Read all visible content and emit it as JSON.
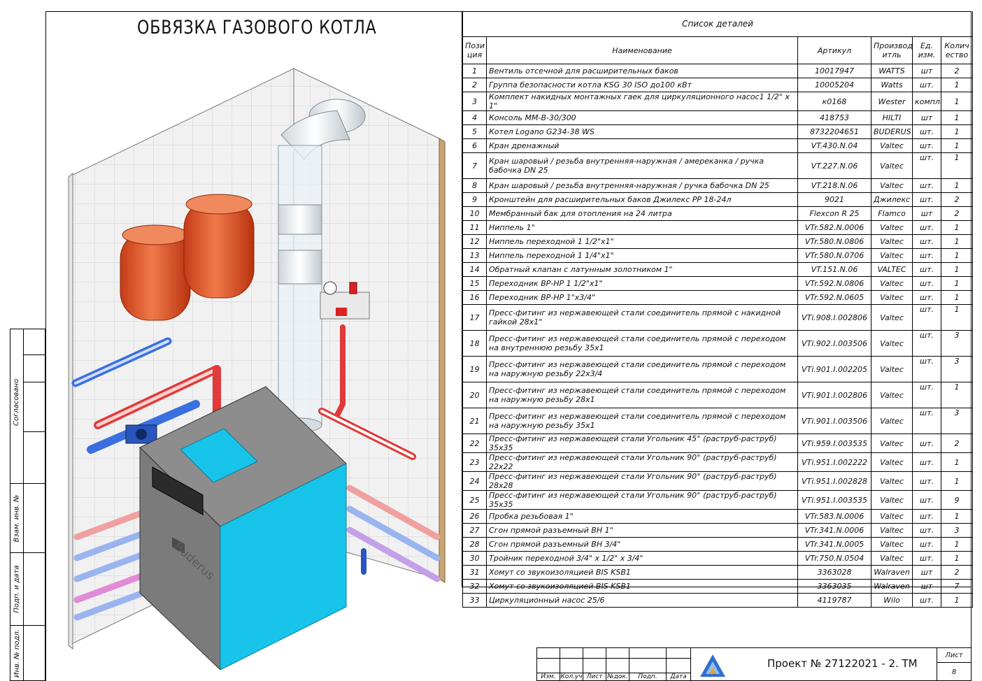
{
  "page_title": "ОБВЯЗКА ГАЗОВОГО КОТЛА",
  "brand_label": "Buderus",
  "colors": {
    "accent": "#18c4ea",
    "tank": "#ea5a2c",
    "hot": "#e03a3a",
    "cold": "#3a6fe0",
    "wall": "#f2f2f2"
  },
  "stamp": {
    "labels": [
      "Согласовано",
      "Взам. инв. №",
      "Подп. и дата",
      "Инв. № подл."
    ]
  },
  "parts": {
    "caption": "Список деталей",
    "headers": {
      "pos": "Пози ция",
      "name": "Наименование",
      "art": "Артикул",
      "maker": "Производ итль",
      "unit": "Ед. изм.",
      "qty": "Колич ество"
    },
    "rows": [
      {
        "pos": "1",
        "name": "Вентиль отсечной для расширительных баков",
        "art": "10017947",
        "maker": "WATTS",
        "unit": "шт",
        "qty": "2",
        "h": 1
      },
      {
        "pos": "2",
        "name": "Группа безопасности котла KSG 30 ISO до100 кВт",
        "art": "10005204",
        "maker": "Watts",
        "unit": "шт.",
        "qty": "1",
        "h": 1
      },
      {
        "pos": "3",
        "name": "Комплект накидных монтажных гаек для циркуляционного насос1 1/2\" х 1\"",
        "art": "к0168",
        "maker": "Wester",
        "unit": "компл.",
        "qty": "1",
        "h": 1
      },
      {
        "pos": "4",
        "name": "Консоль ММ-В-30/300",
        "art": "418753",
        "maker": "HILTI",
        "unit": "шт",
        "qty": "1",
        "h": 1
      },
      {
        "pos": "5",
        "name": "Котел Logano G234-38 WS",
        "art": "8732204651",
        "maker": "BUDERUS",
        "unit": "шт.",
        "qty": "1",
        "h": 1
      },
      {
        "pos": "6",
        "name": "Кран дренажный",
        "art": "VT.430.N.04",
        "maker": "Valtec",
        "unit": "шт.",
        "qty": "1",
        "h": 1
      },
      {
        "pos": "7",
        "name": "Кран шаровый / резьба внутренняя-наружная / амереканка / ручка бабочка DN 25",
        "art": "VT.227.N.06",
        "maker": "Valtec",
        "unit": "шт.",
        "qty": "1",
        "h": 2
      },
      {
        "pos": "8",
        "name": "Кран шаровый / резьба внутренняя-наружная / ручка бабочка DN 25",
        "art": "VT.218.N.06",
        "maker": "Valtec",
        "unit": "шт.",
        "qty": "1",
        "h": 1
      },
      {
        "pos": "9",
        "name": "Кронштейн для расширительных баков Джилекс РР 18-24л",
        "art": "9021",
        "maker": "Джилекс",
        "unit": "шт.",
        "qty": "2",
        "h": 1
      },
      {
        "pos": "10",
        "name": "Мембранный бак для отопления на 24 литра",
        "art": "Flexcon R 25",
        "maker": "Flamco",
        "unit": "шт",
        "qty": "2",
        "h": 1
      },
      {
        "pos": "11",
        "name": "Ниппель 1\"",
        "art": "VTr.582.N.0006",
        "maker": "Valtec",
        "unit": "шт.",
        "qty": "1",
        "h": 1
      },
      {
        "pos": "12",
        "name": "Ниппель переходной 1 1/2\"х1\"",
        "art": "VTr.580.N.0806",
        "maker": "Valtec",
        "unit": "шт.",
        "qty": "1",
        "h": 1
      },
      {
        "pos": "13",
        "name": "Ниппель переходной 1 1/4\"х1\"",
        "art": "VTr.580.N.0706",
        "maker": "Valtec",
        "unit": "шт.",
        "qty": "1",
        "h": 1
      },
      {
        "pos": "14",
        "name": "Обратный клапан с латунным золотником 1\"",
        "art": "VT.151.N.06",
        "maker": "VALTEC",
        "unit": "шт.",
        "qty": "1",
        "h": 1
      },
      {
        "pos": "15",
        "name": "Переходник ВР-НР 1 1/2\"х1\"",
        "art": "VTr.592.N.0806",
        "maker": "Valtec",
        "unit": "шт.",
        "qty": "1",
        "h": 1
      },
      {
        "pos": "16",
        "name": "Переходник ВР-НР 1\"х3/4\"",
        "art": "VTr.592.N.0605",
        "maker": "Valtec",
        "unit": "шт.",
        "qty": "1",
        "h": 1
      },
      {
        "pos": "17",
        "name": "Пресс-фитинг из нержавеющей стали соединитель прямой с накидной гайкой 28х1\"",
        "art": "VTi.908.I.002806",
        "maker": "Valtec",
        "unit": "шт.",
        "qty": "1",
        "h": 2
      },
      {
        "pos": "18",
        "name": "Пресс-фитинг из нержавеющей стали соединитель прямой с переходом на внутреннюю резьбу 35х1",
        "art": "VTi.902.I.003506",
        "maker": "Valtec",
        "unit": "шт.",
        "qty": "3",
        "h": 2
      },
      {
        "pos": "19",
        "name": "Пресс-фитинг из нержавеющей стали соединитель прямой с переходом на наружную резьбу 22х3/4",
        "art": "VTi.901.I.002205",
        "maker": "Valtec",
        "unit": "шт.",
        "qty": "3",
        "h": 2
      },
      {
        "pos": "20",
        "name": "Пресс-фитинг из нержавеющей стали соединитель прямой с переходом на наружную резьбу 28х1",
        "art": "VTi.901.I.002806",
        "maker": "Valtec",
        "unit": "шт.",
        "qty": "1",
        "h": 2
      },
      {
        "pos": "21",
        "name": "Пресс-фитинг из нержавеющей стали соединитель прямой с переходом на наружную резьбу 35х1",
        "art": "VTi.901.I.003506",
        "maker": "Valtec",
        "unit": "шт.",
        "qty": "3",
        "h": 2
      },
      {
        "pos": "22",
        "name": "Пресс-фитинг из нержавеющей стали Угольник 45° (раструб-раструб) 35х35",
        "art": "VTi.959.I.003535",
        "maker": "Valtec",
        "unit": "шт.",
        "qty": "2",
        "h": 1
      },
      {
        "pos": "23",
        "name": "Пресс-фитинг из нержавеющей стали Угольник 90° (раструб-раструб) 22х22",
        "art": "VTi.951.I.002222",
        "maker": "Valtec",
        "unit": "шт.",
        "qty": "1",
        "h": 1
      },
      {
        "pos": "24",
        "name": "Пресс-фитинг из нержавеющей стали Угольник 90° (раструб-раструб) 28х28",
        "art": "VTi.951.I.002828",
        "maker": "Valtec",
        "unit": "шт.",
        "qty": "1",
        "h": 1
      },
      {
        "pos": "25",
        "name": "Пресс-фитинг из нержавеющей стали Угольник 90° (раструб-раструб) 35х35",
        "art": "VTi.951.I.003535",
        "maker": "Valtec",
        "unit": "шт.",
        "qty": "9",
        "h": 1
      },
      {
        "pos": "26",
        "name": "Пробка резьбовая 1\"",
        "art": "VTr.583.N.0006",
        "maker": "Valtec",
        "unit": "шт.",
        "qty": "1",
        "h": 1
      },
      {
        "pos": "27",
        "name": "Сгон прямой разъемный ВН 1\"",
        "art": "VTr.341.N.0006",
        "maker": "Valtec",
        "unit": "шт.",
        "qty": "3",
        "h": 1
      },
      {
        "pos": "28",
        "name": "Сгон прямой разъемный ВН 3/4\"",
        "art": "VTr.341.N.0005",
        "maker": "Valtec",
        "unit": "шт.",
        "qty": "1",
        "h": 1
      },
      {
        "pos": "30",
        "name": "Тройник  переходной 3/4\" х 1/2\" х 3/4\"",
        "art": "VTr.750.N.0504",
        "maker": "Valtec",
        "unit": "шт.",
        "qty": "1",
        "h": 1
      },
      {
        "pos": "31",
        "name": "Хомут со звукоизоляцией BIS KSB1",
        "art": "3363028",
        "maker": "Walraven",
        "unit": "шт",
        "qty": "2",
        "h": 1
      },
      {
        "pos": "32",
        "name": "Хомут со звукоизоляцией BIS KSB1",
        "art": "3363035",
        "maker": "Walraven",
        "unit": "шт",
        "qty": "7",
        "h": 1
      },
      {
        "pos": "33",
        "name": "Циркуляционный насос 25/6",
        "art": "4119787",
        "maker": "Wilo",
        "unit": "шт.",
        "qty": "1",
        "h": 1
      }
    ]
  },
  "title_block": {
    "project": "Проект № 27122021 - 2. ТМ",
    "sheet_label": "Лист",
    "sheet_number": "8",
    "cols": [
      "Изм.",
      "Кол.уч",
      "Лист",
      "№док.",
      "Подп.",
      "Дата"
    ]
  }
}
